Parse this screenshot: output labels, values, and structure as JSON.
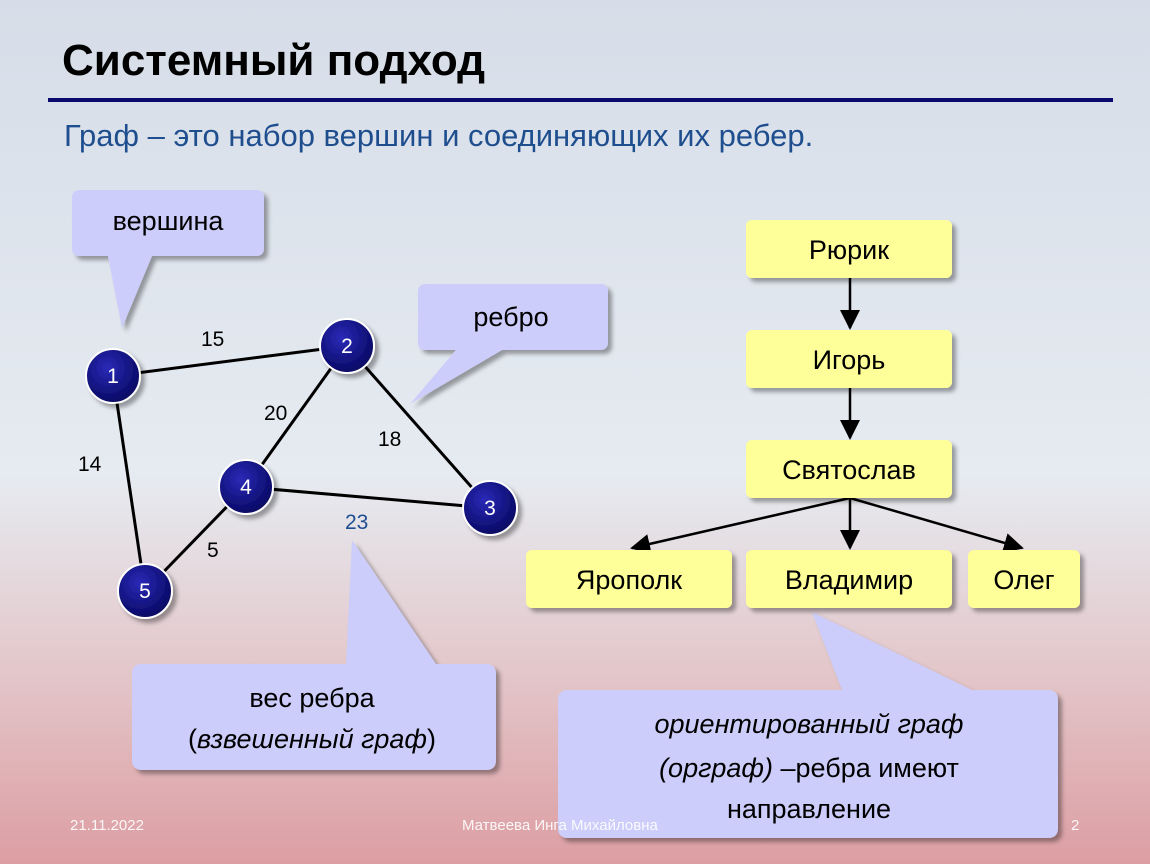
{
  "slide": {
    "title": "Системный подход",
    "subtitle": "Граф – это набор вершин и соединяющих их ребер.",
    "colors": {
      "title_rule": "#0a0a6e",
      "subtitle": "#1f4e8f",
      "node_fill": "#0d0d7a",
      "callout_fill": "#cccdfa",
      "box_fill": "#ffff99"
    }
  },
  "graph": {
    "nodes": [
      {
        "id": "1",
        "label": "1"
      },
      {
        "id": "2",
        "label": "2"
      },
      {
        "id": "3",
        "label": "3"
      },
      {
        "id": "4",
        "label": "4"
      },
      {
        "id": "5",
        "label": "5"
      }
    ],
    "edges": [
      {
        "from": "1",
        "to": "2",
        "weight": "15"
      },
      {
        "from": "1",
        "to": "5",
        "weight": "14"
      },
      {
        "from": "2",
        "to": "4",
        "weight": "20"
      },
      {
        "from": "2",
        "to": "3",
        "weight": "18"
      },
      {
        "from": "4",
        "to": "3",
        "weight": "23"
      },
      {
        "from": "4",
        "to": "5",
        "weight": "5"
      }
    ]
  },
  "callouts": {
    "vertex": "вершина",
    "edge": "ребро",
    "weight_line1": "вес ребра",
    "weight_open": "(",
    "weight_italic": "взвешенный граф",
    "weight_close": ")",
    "digraph_line1": "ориентированный граф",
    "digraph_line2_italic": "(орграф)",
    "digraph_line2_rest": " –ребра имеют",
    "digraph_line3": "направление"
  },
  "tree": {
    "nodes": [
      "Рюрик",
      "Игорь",
      "Святослав",
      "Ярополк",
      "Владимир",
      "Олег"
    ]
  },
  "footer": {
    "date": "21.11.2022",
    "author": "Матвеева Инга Михайловна",
    "page": "2"
  }
}
